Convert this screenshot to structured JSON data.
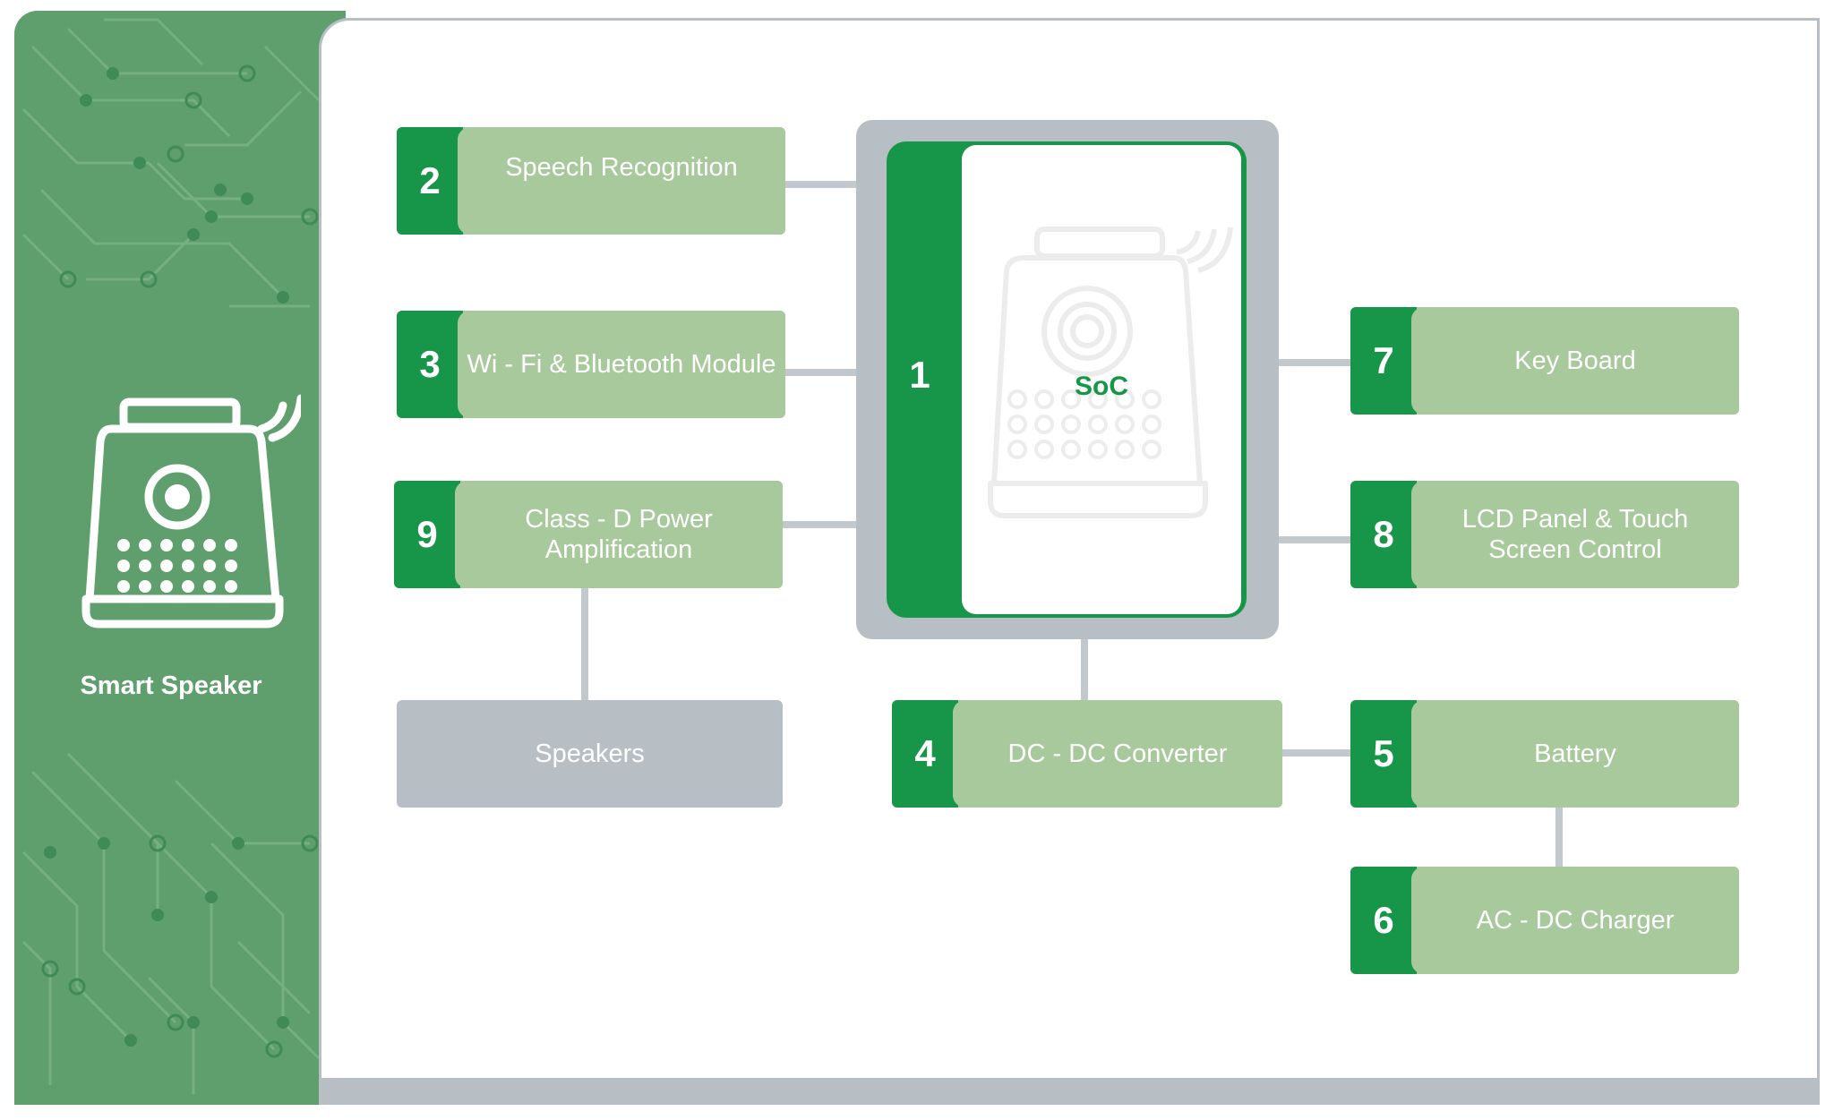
{
  "sidebar": {
    "title": "Smart Speaker",
    "icon": "smart-speaker-icon"
  },
  "soc": {
    "number": "1",
    "label": "SoC",
    "icon": "smart-speaker-watermark-icon"
  },
  "blocks": {
    "speech": {
      "number": "2",
      "label": "Speech Recognition"
    },
    "wifi": {
      "number": "3",
      "label": "Wi - Fi & Bluetooth Module"
    },
    "classd": {
      "number": "9",
      "label": "Class - D Power Amplification"
    },
    "speakers": {
      "label": "Speakers"
    },
    "dcdc": {
      "number": "4",
      "label": "DC - DC Converter"
    },
    "keyboard": {
      "number": "7",
      "label": "Key Board"
    },
    "lcd": {
      "number": "8",
      "label": "LCD Panel & Touch Screen Control"
    },
    "battery": {
      "number": "5",
      "label": "Battery"
    },
    "acdc": {
      "number": "6",
      "label": "AC - DC Charger"
    }
  },
  "colors": {
    "sidebar": "#5f9f6d",
    "accent_green": "#17964a",
    "light_green": "#a8c99b",
    "gray": "#b7bfc5",
    "connector": "#c2c9ce"
  }
}
